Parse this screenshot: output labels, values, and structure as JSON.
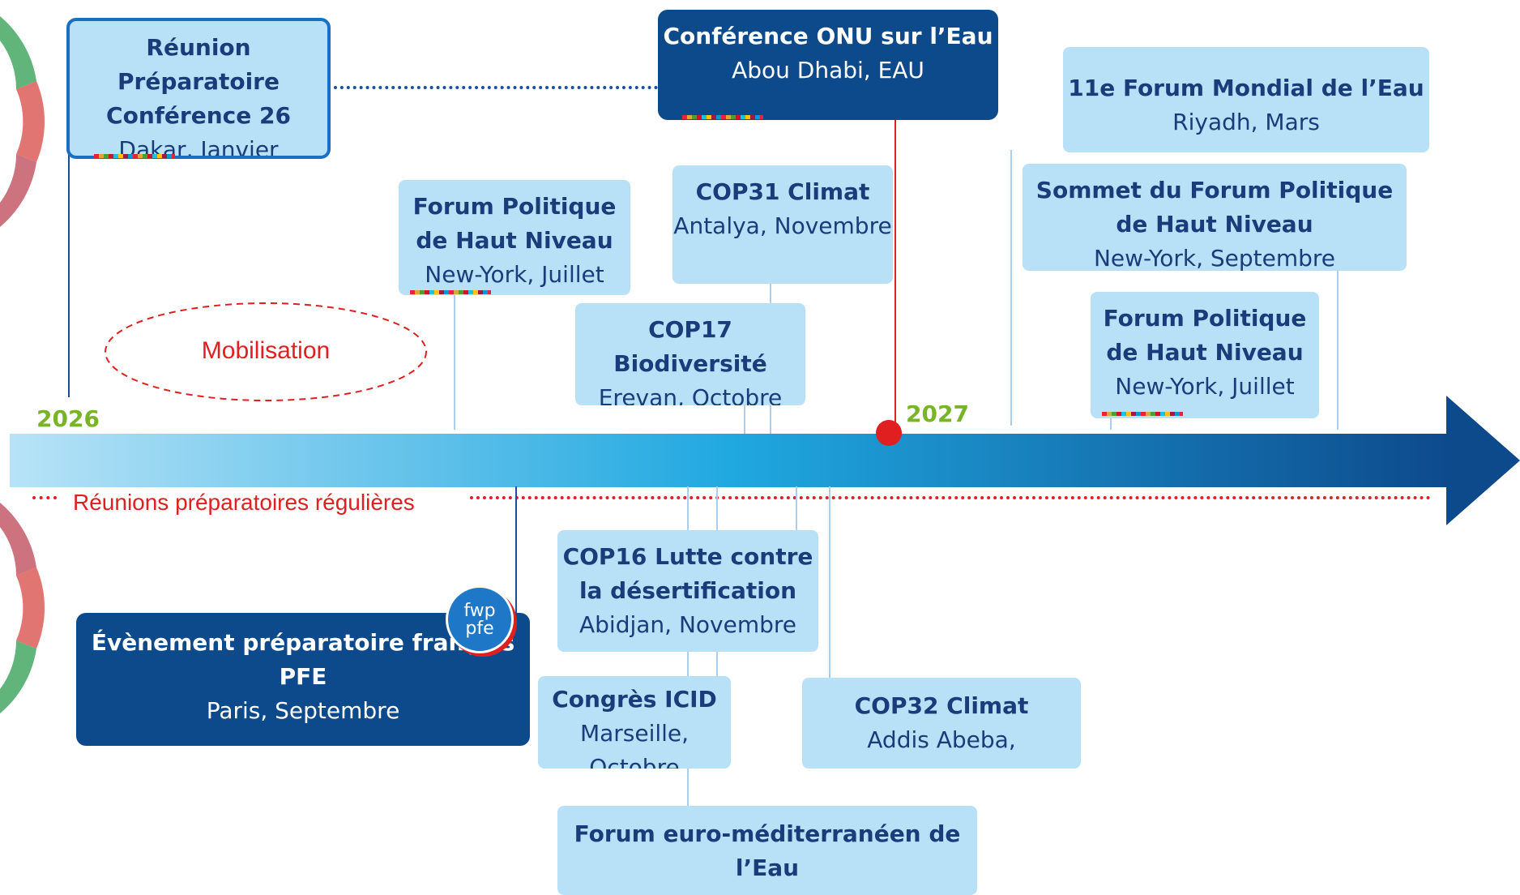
{
  "colors": {
    "timeline_light": "#b8e0f7",
    "timeline_dark": "#0d4a8c",
    "year": "#78b428",
    "accent_red": "#e02020",
    "dotted_blue": "#1a4fa0"
  },
  "years": {
    "y2026": "2026",
    "y2027": "2027"
  },
  "mobilisation": "Mobilisation",
  "prep_meetings": "Réunions préparatoires régulières",
  "logo_text": {
    "line1": "fwp",
    "line2": "pfe"
  },
  "events": {
    "dakar": {
      "title": "Réunion Préparatoire Conférence 26",
      "sub": "Dakar, Janvier"
    },
    "onu": {
      "title": "Conférence ONU sur l’Eau",
      "sub": "Abou Dhabi, EAU"
    },
    "riyadh": {
      "title": "11e Forum Mondial de l’Eau",
      "sub": "Riyadh, Mars"
    },
    "fphn2026": {
      "title": "Forum Politique de Haut Niveau",
      "sub": "New-York, Juillet"
    },
    "cop31": {
      "title": "COP31 Climat",
      "sub": "Antalya, Novembre"
    },
    "sommet": {
      "title": "Sommet du Forum Politique de Haut Niveau",
      "sub": "New-York, Septembre"
    },
    "cop17": {
      "title": "COP17 Biodiversité",
      "sub": "Erevan, Octobre"
    },
    "fphn2027": {
      "title": "Forum Politique de Haut Niveau",
      "sub": "New-York, Juillet"
    },
    "cop16": {
      "title": "COP16 Lutte contre la désertification",
      "sub": "Abidjan, Novembre"
    },
    "pfe": {
      "title": "Évènement préparatoire français PFE",
      "sub": "Paris, Septembre"
    },
    "icid": {
      "title": "Congrès ICID",
      "sub": "Marseille, Octobre"
    },
    "cop32": {
      "title": "COP32 Climat",
      "sub": "Addis Abeba,"
    },
    "euromed": {
      "title": "Forum euro-méditerranéen de l’Eau",
      "sub": ""
    }
  }
}
